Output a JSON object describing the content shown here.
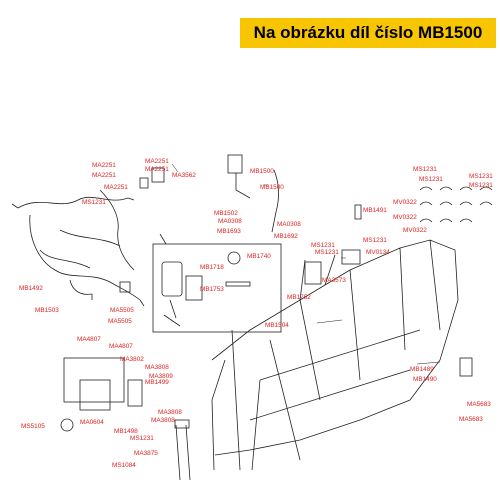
{
  "banner": {
    "text": "Na obrázku díl číslo MB1500"
  },
  "colors": {
    "banner_bg": "#f7c600",
    "label": "#e32020",
    "line": "#222222"
  },
  "part_labels": [
    "MA2251",
    "MA2251",
    "MA2251",
    "MA2251",
    "MA3562",
    "MA2251",
    "MB1500",
    "MB1500",
    "MS1231",
    "MS1231",
    "MS1231",
    "MS1231",
    "MS1231",
    "MB1491",
    "MV0322",
    "MV0322",
    "MV0322",
    "MB1502",
    "MA0308",
    "MA0308",
    "MB1693",
    "MB1692",
    "MS1231",
    "MS1231",
    "MS1231",
    "MV0134",
    "MB1740",
    "MB1718",
    "MA3573",
    "MB1753",
    "MB1752",
    "MB1492",
    "MB1503",
    "MA5505",
    "MA5505",
    "MB1504",
    "MA4807",
    "MA4807",
    "MA3802",
    "MA3808",
    "MA3809",
    "MB1499",
    "MA3808",
    "MA3808",
    "MS5105",
    "MA0604",
    "MB1498",
    "MS1231",
    "MA3875",
    "MS1084",
    "MB1489",
    "MB1490",
    "MA5683",
    "MA5683"
  ]
}
